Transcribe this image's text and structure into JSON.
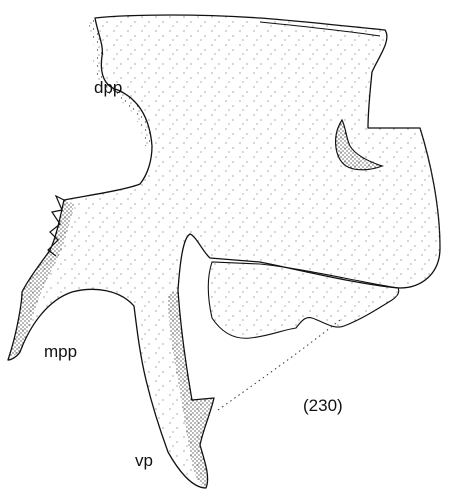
{
  "labels": {
    "dpp": "dpp",
    "mpp": "mpp",
    "vp": "vp",
    "specimen_number": "(230)"
  },
  "colors": {
    "ink": "#111111",
    "stipple": "#222222",
    "background": "#ffffff"
  }
}
